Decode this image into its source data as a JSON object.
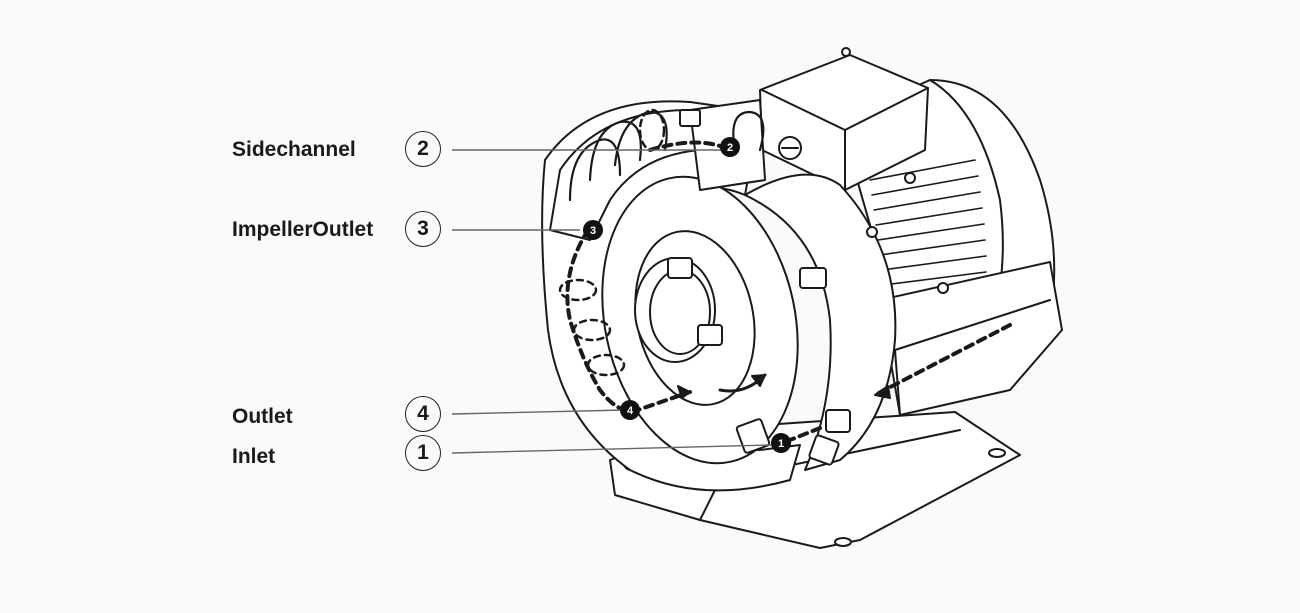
{
  "labels": [
    {
      "id": "sidechannel",
      "text": "Sidechannel",
      "number": "2"
    },
    {
      "id": "impeller-outlet",
      "text": "ImpellerOutlet",
      "number": "3"
    },
    {
      "id": "outlet",
      "text": "Outlet",
      "number": "4"
    },
    {
      "id": "inlet",
      "text": "Inlet",
      "number": "1"
    }
  ],
  "markers": [
    {
      "number": "2",
      "for": "sidechannel"
    },
    {
      "number": "3",
      "for": "impeller-outlet"
    },
    {
      "number": "4",
      "for": "outlet"
    },
    {
      "number": "1",
      "for": "inlet"
    }
  ],
  "colors": {
    "background": "#fbfafb",
    "ink": "#1a1a1a",
    "machine_fill": "#ffffff"
  }
}
